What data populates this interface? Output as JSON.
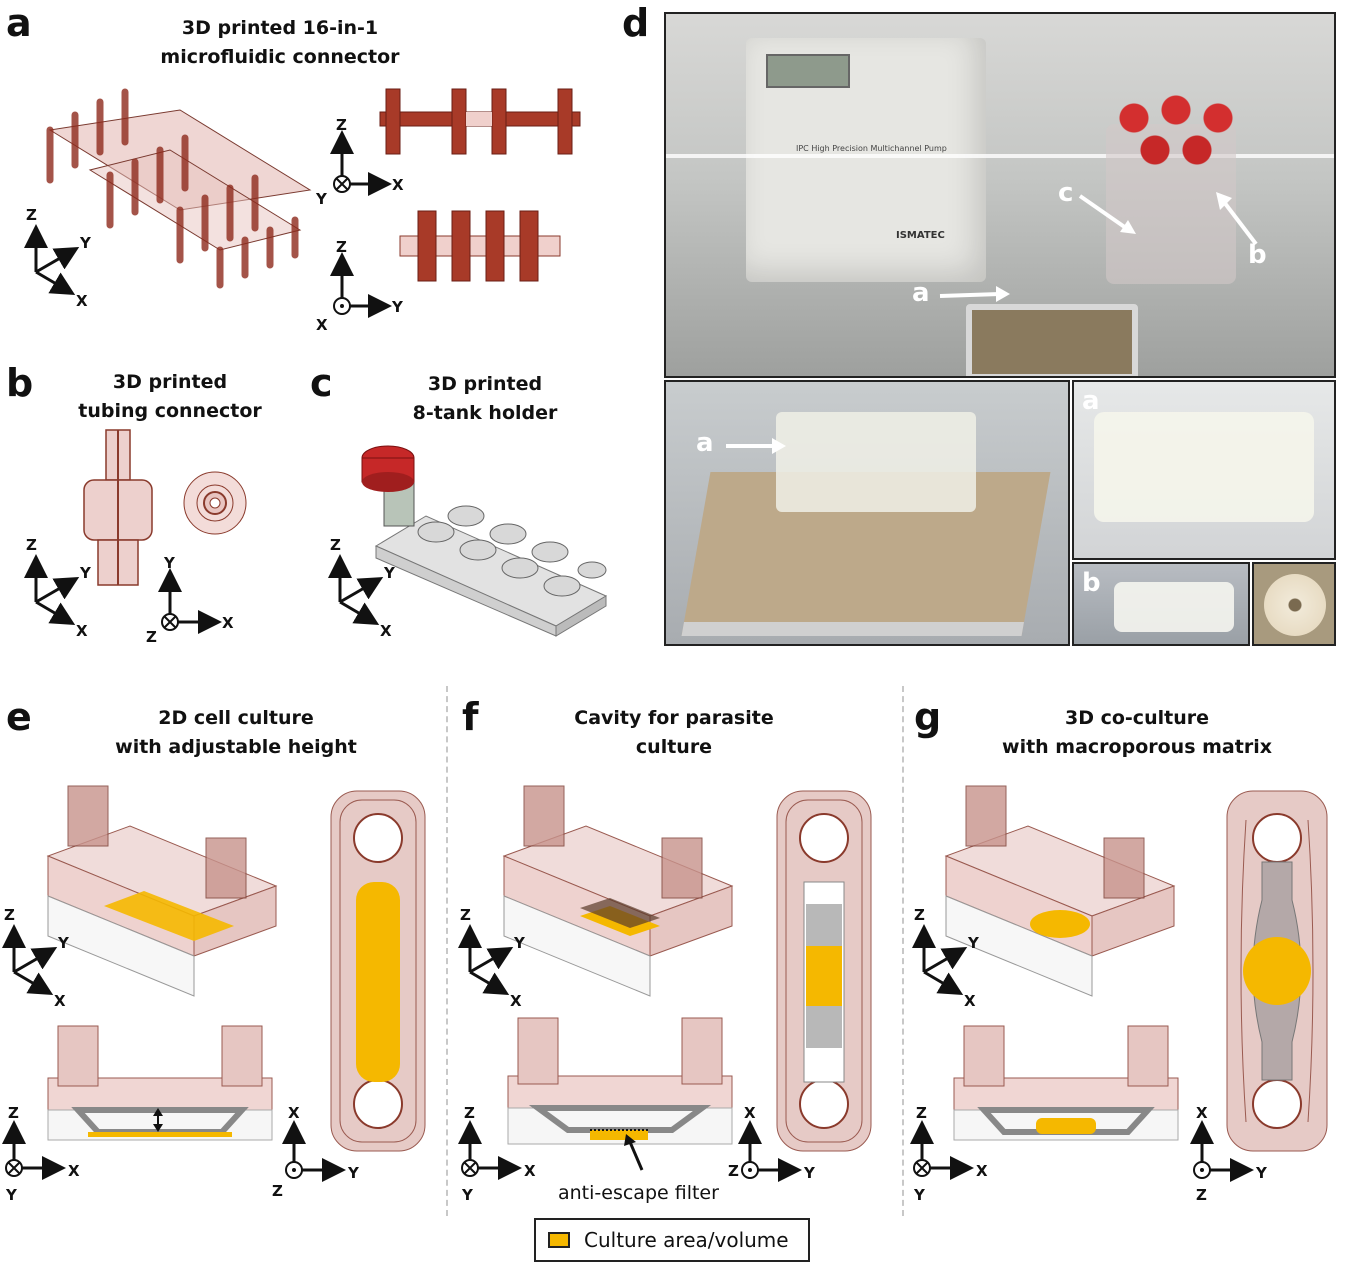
{
  "panels": {
    "a": {
      "letter": "a",
      "title_line1": "3D printed 16-in-1",
      "title_line2": "microfluidic connector"
    },
    "b": {
      "letter": "b",
      "title_line1": "3D printed",
      "title_line2": "tubing connector"
    },
    "c": {
      "letter": "c",
      "title_line1": "3D printed",
      "title_line2": "8-tank holder"
    },
    "d": {
      "letter": "d",
      "photo_labels": {
        "a": "a",
        "b": "b",
        "c": "c",
        "mid_a": "a",
        "right_a": "a",
        "bottom_b": "b"
      },
      "pump_brand": "ISMATEC",
      "pump_text": "IPC High Precision Multichannel Pump"
    },
    "e": {
      "letter": "e",
      "title_line1": "2D cell culture",
      "title_line2": "with adjustable height"
    },
    "f": {
      "letter": "f",
      "title_line1": "Cavity for parasite",
      "title_line2": "culture",
      "note": "anti-escape filter"
    },
    "g": {
      "letter": "g",
      "title_line1": "3D co-culture",
      "title_line2": "with macroporous matrix"
    }
  },
  "axes": {
    "x": "X",
    "y": "Y",
    "z": "Z"
  },
  "legend": {
    "label": "Culture area/volume",
    "color": "#f5b800"
  },
  "colors": {
    "device_fill": "#e9c9c6",
    "device_stroke": "#8a3a2c",
    "connector": "#8e2a1c",
    "culture": "#f5b800"
  }
}
